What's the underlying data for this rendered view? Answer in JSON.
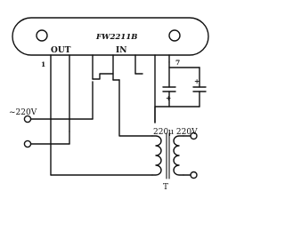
{
  "ic": {
    "part_number": "FW2211B",
    "pin_out": "OUT",
    "pin_in": "IN",
    "pin_1": "1",
    "pin_7": "7"
  },
  "supply": {
    "voltage_label": "~220V"
  },
  "capacitor": {
    "rating": "220μ 220V",
    "polarity_plus": "+",
    "polarity_plus_2": "+"
  },
  "transformer": {
    "label": "T"
  }
}
